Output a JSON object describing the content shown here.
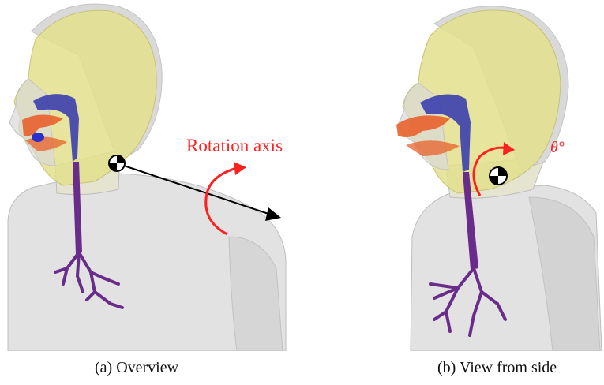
{
  "figure": {
    "panel_a": {
      "caption": "(a) Overview",
      "axis_label": "Rotation axis"
    },
    "panel_b": {
      "caption": "(b) View from side",
      "angle_label": "θ°"
    }
  },
  "colors": {
    "head": "#e3e08c",
    "body": "#dcdcdc",
    "airway_upper": "#3b3fae",
    "airway_lower": "#6a2c8a",
    "nasal": "#e8622c",
    "annotation": "#ff2020",
    "axis": "#000000"
  }
}
